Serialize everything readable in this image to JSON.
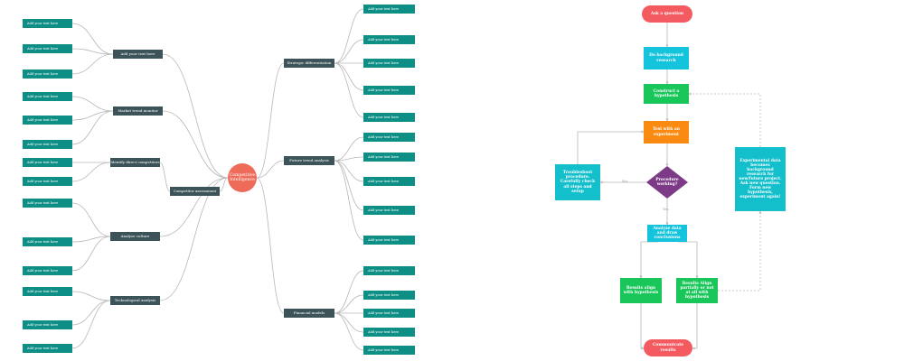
{
  "colors": {
    "leaf": "#0e8f86",
    "branch": "#3c5459",
    "center": "#ee6b5a",
    "pill": "#f45b61",
    "cyan": "#14c3dc",
    "green": "#19c65a",
    "orange": "#fb8a13",
    "diamond": "#7d3a86",
    "teal": "#13bfcb",
    "line": "#b7b7b7"
  },
  "mindmap": {
    "center": "Competitive Intelligence",
    "left_branches": [
      {
        "label": "Add your text here",
        "leaves": [
          "Add your text here",
          "Add your text here",
          "Add your text here"
        ]
      },
      {
        "label": "Market trend monitor",
        "leaves": [
          "Add your text here",
          "Add your text here",
          "Add your text here"
        ]
      },
      {
        "label": "Competitor assessment",
        "sub": {
          "label": "Identify direct competitors",
          "leaves": [
            "Add your text here",
            "Add your text here"
          ]
        }
      },
      {
        "label": "Analyze culture",
        "leaves": [
          "Add your text here",
          "Add your text here",
          "Add your text here"
        ]
      },
      {
        "label": "Technological analysis",
        "leaves": [
          "Add your text here",
          "Add your text here",
          "Add your text here"
        ]
      }
    ],
    "right_branches": [
      {
        "label": "Strategic differentiation",
        "leaves": [
          "Add your text here",
          "Add your text here",
          "Add your text here",
          "Add your text here",
          "Add your text here"
        ]
      },
      {
        "label": "Future trend analysis",
        "leaves": [
          "Add your text here",
          "Add your text here",
          "Add your text here",
          "Add your text here",
          "Add your text here"
        ]
      },
      {
        "label": "Financial models",
        "leaves": [
          "Add your text here",
          "Add your text here",
          "Add your text here",
          "Add your text here",
          "Add your text here"
        ]
      }
    ]
  },
  "flowchart": {
    "start": "Ask a question",
    "research": "Do background research",
    "hypothesis": "Construct a hypothesis",
    "test": "Test with an experiment",
    "decision": "Procedure working?",
    "troubleshoot": "Troubleshoot procedure. Carefully check all steps and setup",
    "no_label": "No",
    "yes_label": "Yes",
    "analyze": "Analyze data and draw conclusions",
    "results_align": "Results align with hypothesis",
    "results_partial": "Results Align partially or not at all with hypothesis",
    "experimental_note": "Experimental data becomes background research for new/future project. Ask new question. Form new hypothesis, experiment again!",
    "end": "Communicate results"
  }
}
